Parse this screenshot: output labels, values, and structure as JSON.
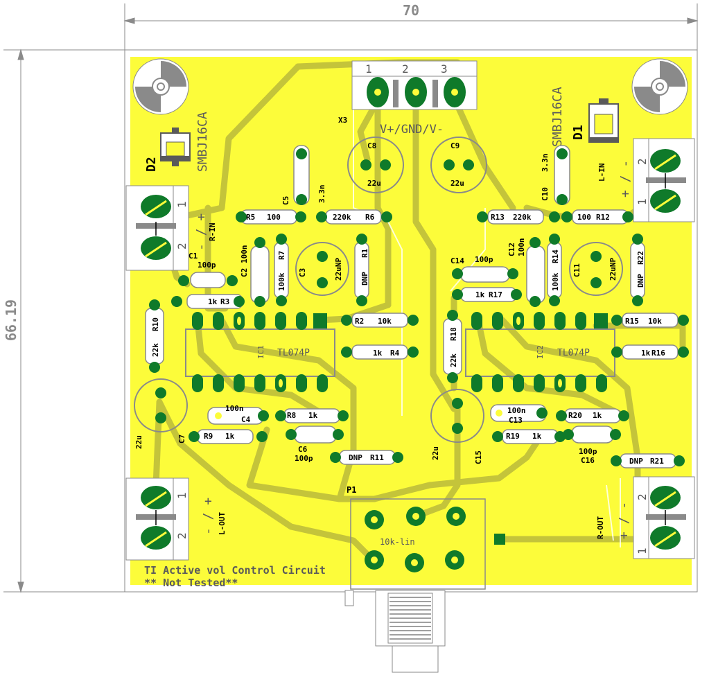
{
  "dimensions": {
    "width": "70",
    "height": "66.19"
  },
  "colors": {
    "board": "#fcfc3a",
    "trace": "#c4c43a",
    "pad": "#0f7a2a",
    "outline": "#8a8a8a",
    "silk": "#5a5a5a",
    "text": "#000000"
  },
  "header": {
    "pins": [
      "1",
      "2",
      "3"
    ],
    "name": "X3",
    "label": "V+/GND/V-"
  },
  "titles": {
    "line1": "TI Active vol Control Circuit",
    "line2": "** Not Tested**"
  },
  "icons": [
    "mounting-hole-icon",
    "terminal-block-icon",
    "potentiometer-icon",
    "ic-icon",
    "capacitor-icon",
    "resistor-icon",
    "diode-icon"
  ],
  "tvs": {
    "d1_name": "D1",
    "d1_value": "SMBJ16CA",
    "d2_name": "D2",
    "d2_value": "SMBJ16CA"
  },
  "terminals": {
    "rin_label": "R-IN",
    "rin_pol": "- / +",
    "lin_label": "L-IN",
    "lin_pol": "+ / -",
    "lout_label": "L-OUT",
    "lout_pol": "- / +",
    "rout_label": "R-OUT",
    "rout_pol": "+ / -",
    "pin1": "1",
    "pin2": "2"
  },
  "ics": {
    "ic1": "IC1",
    "ic2": "IC2",
    "part": "TL074P"
  },
  "pot": {
    "name": "P1",
    "value": "10k-lin"
  },
  "components": {
    "c1_n": "C1",
    "c1_v": "100p",
    "c2_n": "C2",
    "c2_v": "100n",
    "c3_n": "C3",
    "c3_v": "22uNP",
    "c4_n": "C4",
    "c4_v": "100n",
    "c5_n": "C5",
    "c5_v": "3.3n",
    "c6_n": "C6",
    "c6_v": "100p",
    "c7_n": "C7",
    "c7_v": "22u",
    "c8_n": "C8",
    "c8_v": "22u",
    "c9_n": "C9",
    "c9_v": "22u",
    "c10_n": "C10",
    "c10_v": "3.3n",
    "c11_n": "C11",
    "c11_v": "22uNP",
    "c12_n": "C12",
    "c12_v": "100n",
    "c13_n": "C13",
    "c13_v": "100n",
    "c14_n": "C14",
    "c14_v": "100p",
    "c15_n": "C15",
    "c15_v": "22u",
    "c16_n": "C16",
    "c16_v": "100p",
    "r1_n": "R1",
    "r1_v": "DNP",
    "r2_n": "R2",
    "r2_v": "10k",
    "r3_n": "R3",
    "r3_v": "1k",
    "r4_n": "R4",
    "r4_v": "1k",
    "r5_n": "R5",
    "r5_v": "100",
    "r6_n": "R6",
    "r6_v": "220k",
    "r7_n": "R7",
    "r7_v": "100k",
    "r8_n": "R8",
    "r8_v": "1k",
    "r9_n": "R9",
    "r9_v": "1k",
    "r10_n": "R10",
    "r10_v": "22k",
    "r11_n": "R11",
    "r11_v": "DNP",
    "r12_n": "R12",
    "r12_v": "100",
    "r13_n": "R13",
    "r13_v": "220k",
    "r14_n": "R14",
    "r14_v": "100k",
    "r15_n": "R15",
    "r15_v": "10k",
    "r16_n": "R16",
    "r16_v": "1k",
    "r17_n": "R17",
    "r17_v": "1k",
    "r18_n": "R18",
    "r18_v": "22k",
    "r19_n": "R19",
    "r19_v": "1k",
    "r20_n": "R20",
    "r20_v": "1k",
    "r21_n": "R21",
    "r21_v": "DNP",
    "r22_n": "R22",
    "r22_v": "DNP"
  }
}
